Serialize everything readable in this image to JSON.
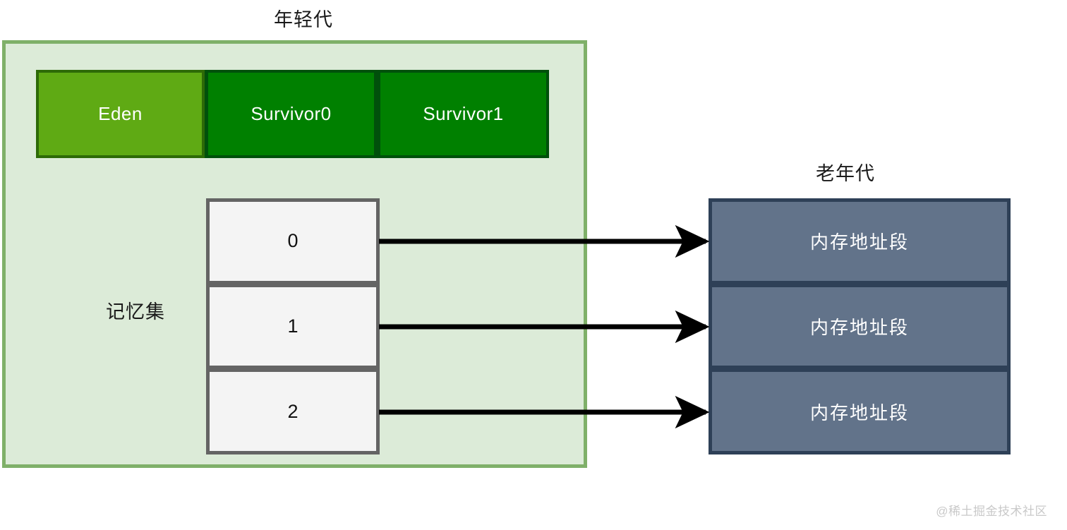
{
  "diagram": {
    "young_generation": {
      "title": "年轻代",
      "regions": [
        {
          "label": "Eden",
          "fill": "#5faa14",
          "border": "#2d6a07"
        },
        {
          "label": "Survivor0",
          "fill": "#008000",
          "border": "#00500b"
        },
        {
          "label": "Survivor1",
          "fill": "#008000",
          "border": "#00500b"
        }
      ],
      "remembered_set": {
        "label": "记忆集",
        "cells": [
          "0",
          "1",
          "2"
        ]
      },
      "container_fill": "#dcebd8",
      "container_border": "#7fb069"
    },
    "old_generation": {
      "title": "老年代",
      "segments": [
        "内存地址段",
        "内存地址段",
        "内存地址段"
      ],
      "segment_fill": "#62738a",
      "segment_border": "#2e4057"
    },
    "arrows": [
      {
        "from_cell": "0",
        "to_segment": 0,
        "color": "#000000"
      },
      {
        "from_cell": "1",
        "to_segment": 1,
        "color": "#000000"
      },
      {
        "from_cell": "2",
        "to_segment": 2,
        "color": "#000000"
      }
    ],
    "watermark": "@稀土掘金技术社区"
  }
}
